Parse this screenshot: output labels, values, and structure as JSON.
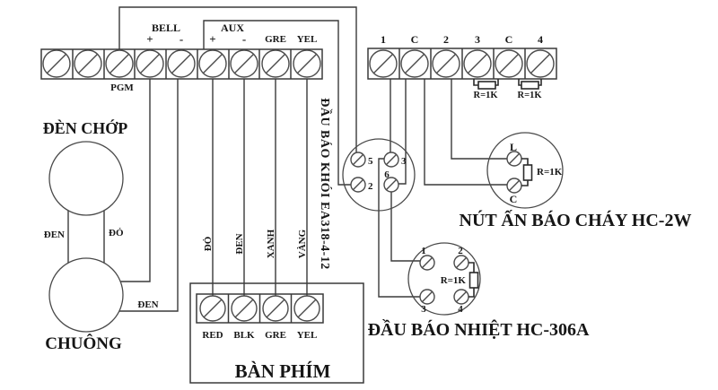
{
  "colors": {
    "line": "#3a3a3a",
    "text": "#161616",
    "background": "#ffffff"
  },
  "panel_strip": {
    "group_labels": [
      "BELL",
      "AUX"
    ],
    "terminal_labels": [
      "+",
      "-",
      "+",
      "-",
      "GRE",
      "YEL"
    ],
    "pgm_label": "PGM"
  },
  "zone_strip": {
    "terminal_labels": [
      "1",
      "C",
      "2",
      "3",
      "C",
      "4"
    ],
    "resistor_labels": [
      "R=1K",
      "R=1K"
    ]
  },
  "strobe": {
    "title": "ĐÈN CHỚP"
  },
  "bell": {
    "title": "CHUÔNG"
  },
  "wires": {
    "den_left": "ĐEN",
    "do_right": "ĐỎ",
    "den_bell": "ĐEN"
  },
  "keypad": {
    "title": "BÀN PHÍM",
    "terminal_labels": [
      "RED",
      "BLK",
      "GRE",
      "YEL"
    ],
    "wire_labels": [
      "ĐỎ",
      "ĐEN",
      "XANH",
      "VÀNG"
    ]
  },
  "smoke_detector": {
    "label": "ĐẦU BÁO KHÓI EA318-4-12",
    "terminal_labels": [
      "5",
      "3",
      "2",
      "6"
    ]
  },
  "call_point": {
    "title": "NÚT ẤN BÁO CHÁY HC-2W",
    "terminal_labels": [
      "L",
      "C"
    ],
    "resistor_label": "R=1K"
  },
  "heat_detector": {
    "title": "ĐẦU BÁO NHIỆT HC-306A",
    "terminal_labels": [
      "1",
      "2",
      "3",
      "4"
    ],
    "resistor_label": "R=1K"
  }
}
